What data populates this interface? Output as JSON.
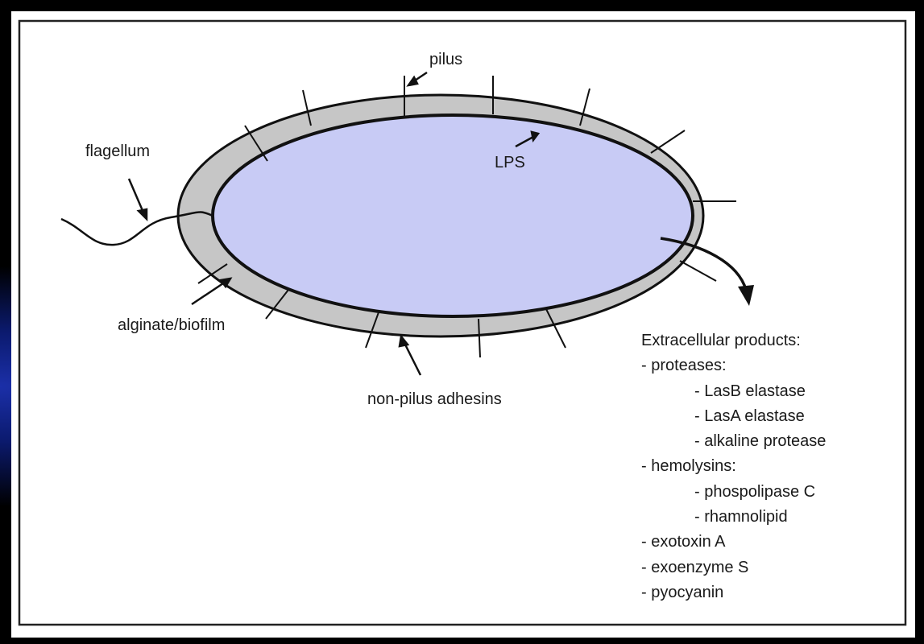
{
  "diagram": {
    "labels": {
      "pilus": "pilus",
      "lps": "LPS",
      "flagellum": "flagellum",
      "alginate": "alginate/biofilm",
      "adhesins": "non-pilus adhesins"
    },
    "extracellular": {
      "heading": "Extracellular products:",
      "items": [
        "- proteases:",
        "- LasB elastase",
        "- LasA elastase",
        "- alkaline protease",
        "- hemolysins:",
        "- phospolipase C",
        "- rhamnolipid",
        "- exotoxin A",
        "- exoenzyme S",
        "- pyocyanin"
      ]
    },
    "colors": {
      "cytoplasm": "#c8cbf5",
      "capsule": "#c6c6c6",
      "outline": "#111111",
      "background": "#000000",
      "panel": "#ffffff"
    }
  }
}
